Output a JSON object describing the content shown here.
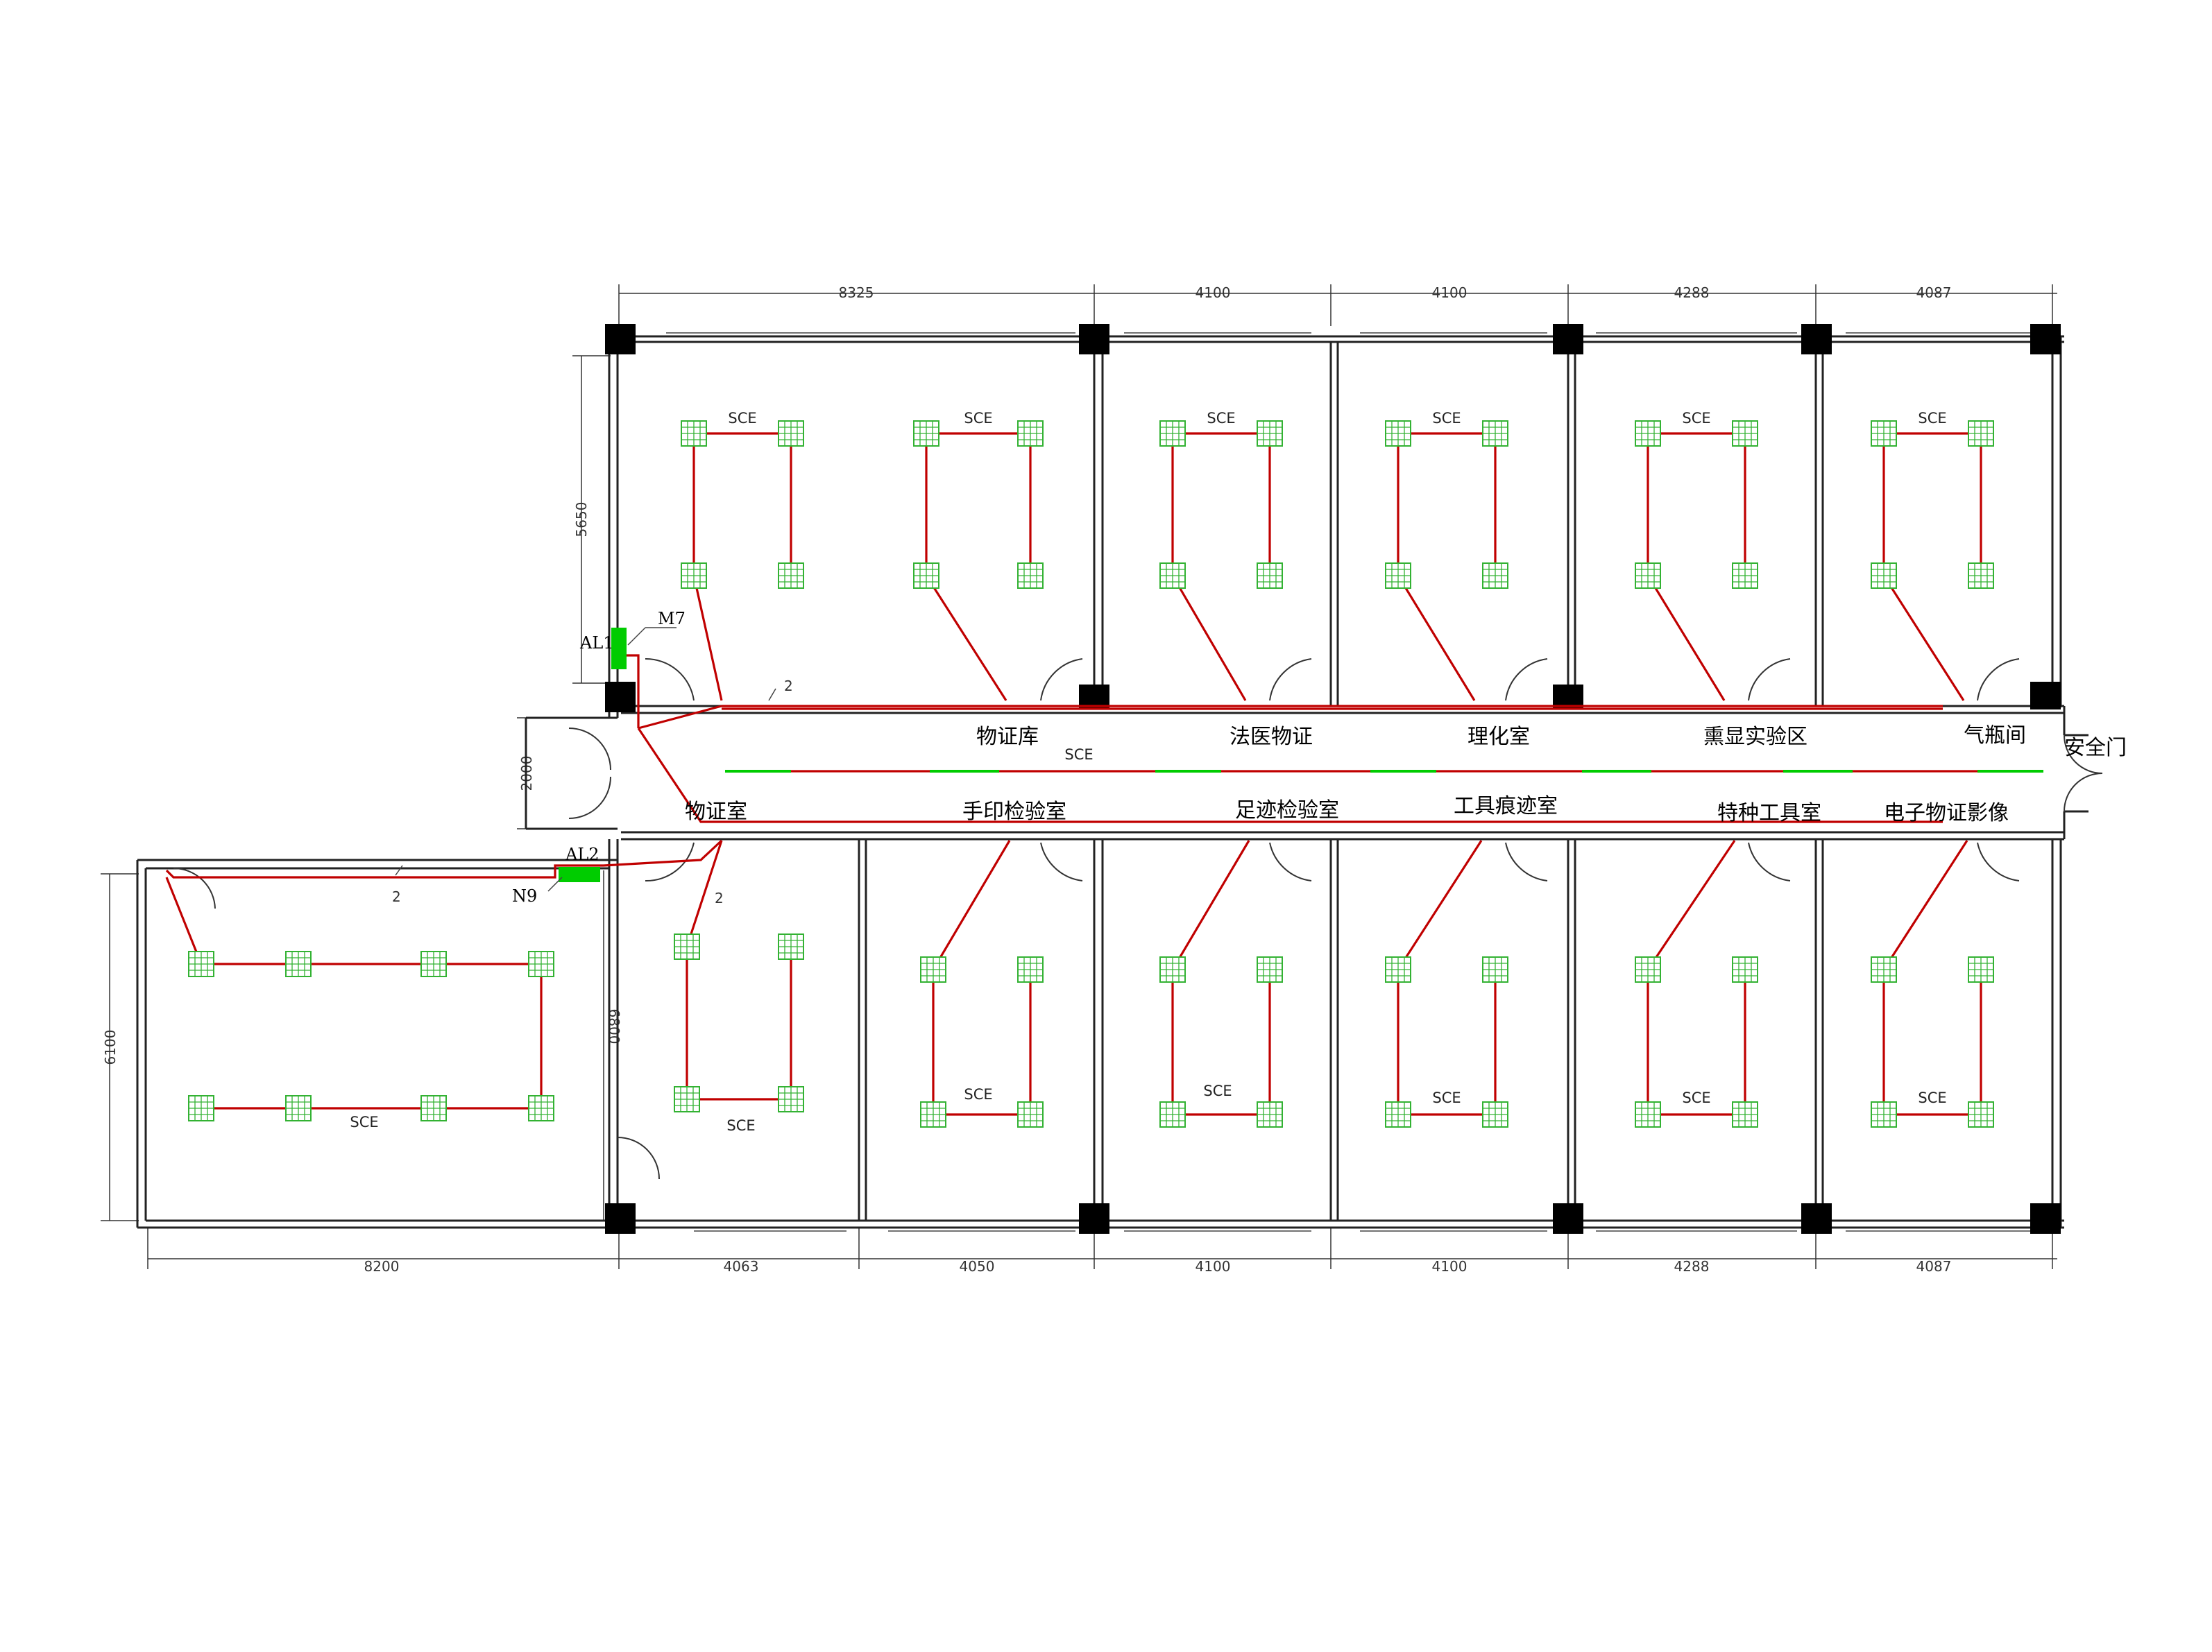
{
  "rooms": {
    "r1": "物证库",
    "r2": "法医物证",
    "r3": "理化室",
    "r4": "熏显实验区",
    "r5": "气瓶间",
    "r6": "安全门",
    "r7": "物证室",
    "r8": "手印检验室",
    "r9": "足迹检验室",
    "r10": "工具痕迹室",
    "r11": "特种工具室",
    "r12": "电子物证影像"
  },
  "dimensions": {
    "top": [
      "8325",
      "4100",
      "4100",
      "4288",
      "4087"
    ],
    "bottom": [
      "4063",
      "4050",
      "4100",
      "4100",
      "4288",
      "4087"
    ],
    "left_total": "8200",
    "v_5650": "5650",
    "v_2000": "2000",
    "v_6100": "6100",
    "v_6800": "6800"
  },
  "panels": {
    "al1": "AL1",
    "al2": "AL2",
    "m7": "M7",
    "n9": "N9"
  },
  "wire_counts": {
    "top": "2",
    "left": "2",
    "bottom": "2"
  },
  "sce": "SCE",
  "colors": {
    "wire": "#c00000",
    "lamp": "#33b233",
    "panel": "#00cc00"
  }
}
